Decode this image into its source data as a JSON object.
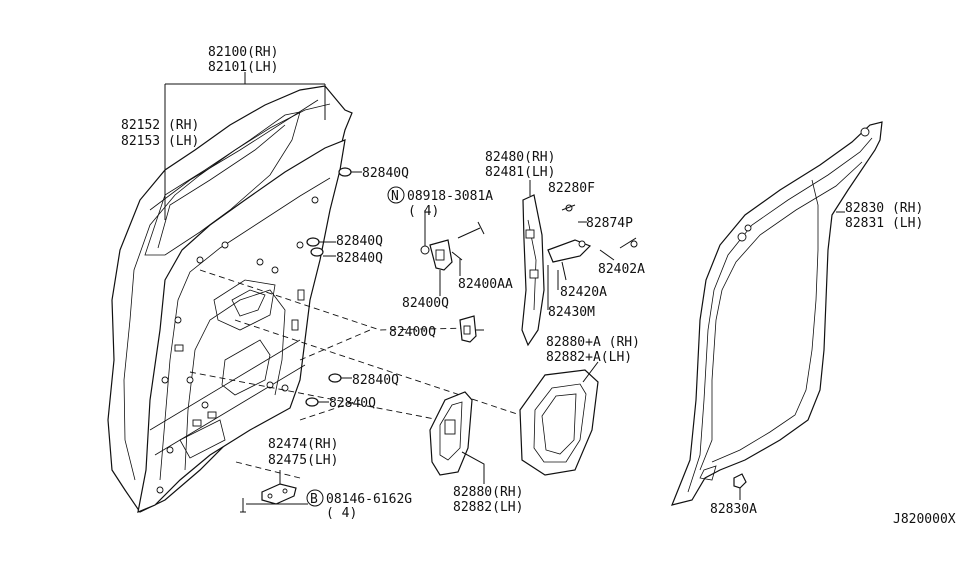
{
  "labels": {
    "p82100": "82100(RH)",
    "p82101": "82101(LH)",
    "p82152": "82152 (RH)",
    "p82153": "82153 (LH)",
    "p82840q_1": "82840Q",
    "p82840q_2": "82840Q",
    "p82840q_3": "82840Q",
    "p82840q_4": "82840Q",
    "p82840q_5": "82840Q",
    "n_mark": "N",
    "n_part": "08918-3081A",
    "n_qty": "( 4)",
    "p82400aa": "82400AA",
    "p82400q_1": "82400Q",
    "p82400q_2": "82400Q",
    "p82480": "82480(RH)",
    "p82481": "82481(LH)",
    "p82280f": "82280F",
    "p82874p": "82874P",
    "p82402a": "82402A",
    "p82420a": "82420A",
    "p82430m": "82430M",
    "p82880a": "82880+A (RH)",
    "p82882a": "82882+A(LH)",
    "p82474": "82474(RH)",
    "p82475": "82475(LH)",
    "b_mark": "B",
    "b_part": "08146-6162G",
    "b_qty": "( 4)",
    "p82880": "82880(RH)",
    "p82882": "82882(LH)",
    "p82830": "82830 (RH)",
    "p82831": "82831 (LH)",
    "p82830a": "82830A",
    "diagram_code": "J820000X"
  }
}
